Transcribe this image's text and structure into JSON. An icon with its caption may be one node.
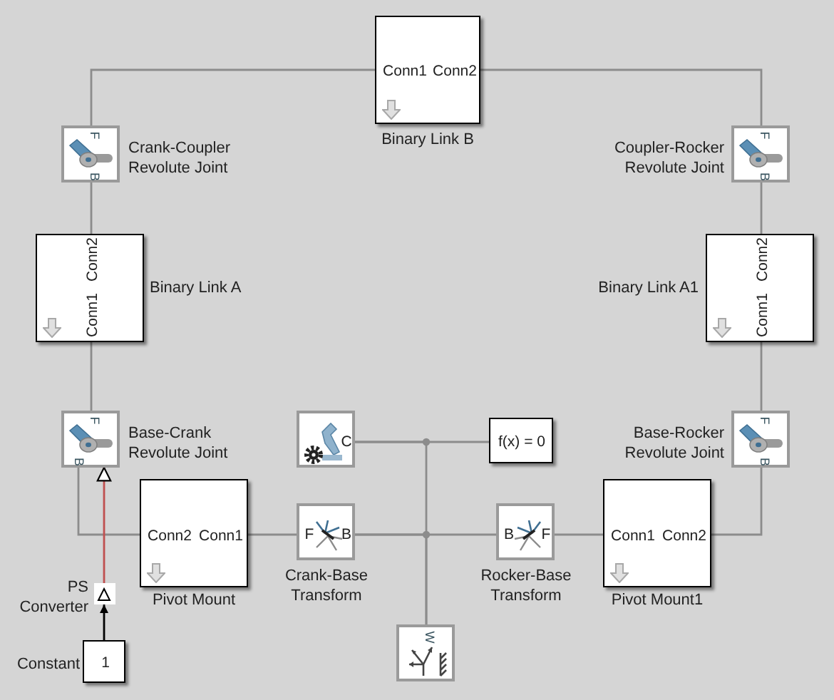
{
  "diagram": {
    "nodes": [
      {
        "text": [
          "Conn1",
          "Conn2"
        ],
        "beside": [
          "Binary Link B"
        ]
      },
      {
        "text": [
          "F",
          "B"
        ],
        "beside": [
          "Crank-Coupler Revolute Joint"
        ]
      },
      {
        "text": [
          "F",
          "B"
        ],
        "beside": [
          "Coupler-Rocker Revolute Joint"
        ]
      },
      {
        "text": [
          "Conn2",
          "Conn1"
        ],
        "beside": [
          "Binary Link A"
        ]
      },
      {
        "text": [
          "Conn2",
          "Conn1"
        ],
        "beside": [
          "Binary Link A1"
        ]
      },
      {
        "text": [
          "F",
          "B"
        ],
        "beside": [
          "Base-Crank Revolute Joint"
        ]
      },
      {
        "text": [
          "F",
          "B"
        ],
        "beside": [
          "Base-Rocker Revolute Joint"
        ]
      },
      {
        "text": [
          "C"
        ]
      },
      {
        "text": [
          "f(x) = 0"
        ]
      },
      {
        "text": [
          "Conn2",
          "Conn1"
        ],
        "beside": [
          "Pivot Mount"
        ]
      },
      {
        "text": [
          "F",
          "B"
        ],
        "beside": [
          "Crank-Base Transform"
        ]
      },
      {
        "text": [
          "B",
          "F"
        ],
        "beside": [
          "Rocker-Base Transform"
        ]
      },
      {
        "text": [
          "Conn1",
          "Conn2"
        ],
        "beside": [
          "Pivot Mount1"
        ]
      },
      {
        "text": [
          "W"
        ]
      },
      {
        "text": [],
        "shape": "box",
        "beside": [
          "PS Converter"
        ]
      },
      {
        "text": [
          "1"
        ],
        "beside": [
          "Constant"
        ]
      }
    ],
    "edges": [
      {
        "from": 0,
        "to": 1,
        "arrow": "none"
      },
      {
        "from": 0,
        "to": 2,
        "arrow": "none"
      },
      {
        "from": 1,
        "to": 3,
        "arrow": "none"
      },
      {
        "from": 2,
        "to": 4,
        "arrow": "none"
      },
      {
        "from": 3,
        "to": 5,
        "arrow": "none"
      },
      {
        "from": 4,
        "to": 6,
        "arrow": "none"
      },
      {
        "from": 5,
        "to": 9,
        "arrow": "none"
      },
      {
        "from": 9,
        "to": 10,
        "arrow": "none"
      },
      {
        "from": 10,
        "to": 11,
        "arrow": "none"
      },
      {
        "from": 10,
        "to": 13,
        "arrow": "none"
      },
      {
        "from": 7,
        "to": 8,
        "arrow": "none"
      },
      {
        "from": 7,
        "to": 13,
        "arrow": "none"
      },
      {
        "from": 11,
        "to": 12,
        "arrow": "none"
      },
      {
        "from": 12,
        "to": 6,
        "arrow": "none"
      },
      {
        "from": 14,
        "to": 5,
        "arrow": "to",
        "color": "#c05050"
      },
      {
        "from": 15,
        "to": 14,
        "arrow": "to",
        "color": "#000000"
      }
    ]
  }
}
